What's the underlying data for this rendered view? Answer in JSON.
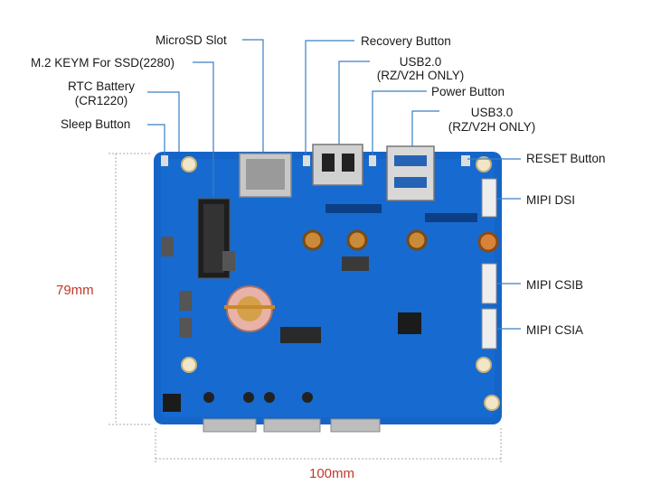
{
  "labels": {
    "microsd": "MicroSD Slot",
    "m2": "M.2 KEYM For SSD(2280)",
    "rtc_line1": "RTC Battery",
    "rtc_line2": "(CR1220)",
    "sleep": "Sleep Button",
    "recovery": "Recovery Button",
    "usb2_line1": "USB2.0",
    "usb2_line2": "(RZ/V2H ONLY)",
    "power": "Power Button",
    "usb3_line1": "USB3.0",
    "usb3_line2": "(RZ/V2H ONLY)",
    "reset": "RESET Button",
    "mipi_dsi": "MIPI DSI",
    "mipi_csib": "MIPI CSIB",
    "mipi_csia": "MIPI CSIA"
  },
  "dimensions": {
    "height": "79mm",
    "width": "100mm"
  },
  "colors": {
    "board": "#1565c8",
    "board_dark": "#0d4fa8",
    "dimension_text": "#c0392b",
    "leader_line": "#3a7fc4"
  }
}
